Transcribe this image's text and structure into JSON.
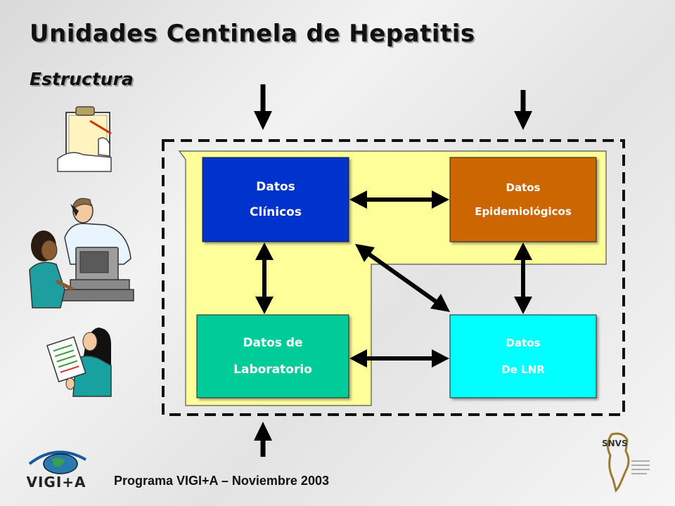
{
  "header": {
    "title": "Unidades Centinela de Hepatitis",
    "subtitle": "Estructura"
  },
  "diagram": {
    "nodes": [
      {
        "id": "clinicos",
        "lines": [
          "Datos",
          "Clínicos"
        ],
        "color": "#0033cc",
        "text_color": "#ffffff"
      },
      {
        "id": "epidemiologicos",
        "lines": [
          "Datos",
          "Epidemiológicos"
        ],
        "color": "#cc6600",
        "text_color": "#ffffff"
      },
      {
        "id": "laboratorio",
        "lines": [
          "Datos de",
          "Laboratorio"
        ],
        "color": "#00cc99",
        "text_color": "#ffffff"
      },
      {
        "id": "lnr",
        "lines": [
          "Datos",
          "De LNR"
        ],
        "color": "#00ffff",
        "text_color": "#ffffff"
      }
    ],
    "connections": [
      {
        "from": "clinicos",
        "to": "epidemiologicos",
        "type": "bidirectional"
      },
      {
        "from": "clinicos",
        "to": "laboratorio",
        "type": "bidirectional"
      },
      {
        "from": "clinicos",
        "to": "lnr",
        "type": "bidirectional"
      },
      {
        "from": "epidemiologicos",
        "to": "lnr",
        "type": "bidirectional"
      },
      {
        "from": "laboratorio",
        "to": "lnr",
        "type": "bidirectional"
      }
    ],
    "region_color": "#ffff99",
    "boundary": "dashed"
  },
  "icons": [
    "clipboard-icon",
    "doctor-computer-icon",
    "nurse-chart-icon",
    "vigia-logo-icon",
    "snvs-logo-icon"
  ],
  "logos": {
    "vigia_text": "VIGI+A",
    "snvs_text": "SNVS"
  },
  "footer": {
    "text": "Programa VIGI+A – Noviembre 2003"
  }
}
